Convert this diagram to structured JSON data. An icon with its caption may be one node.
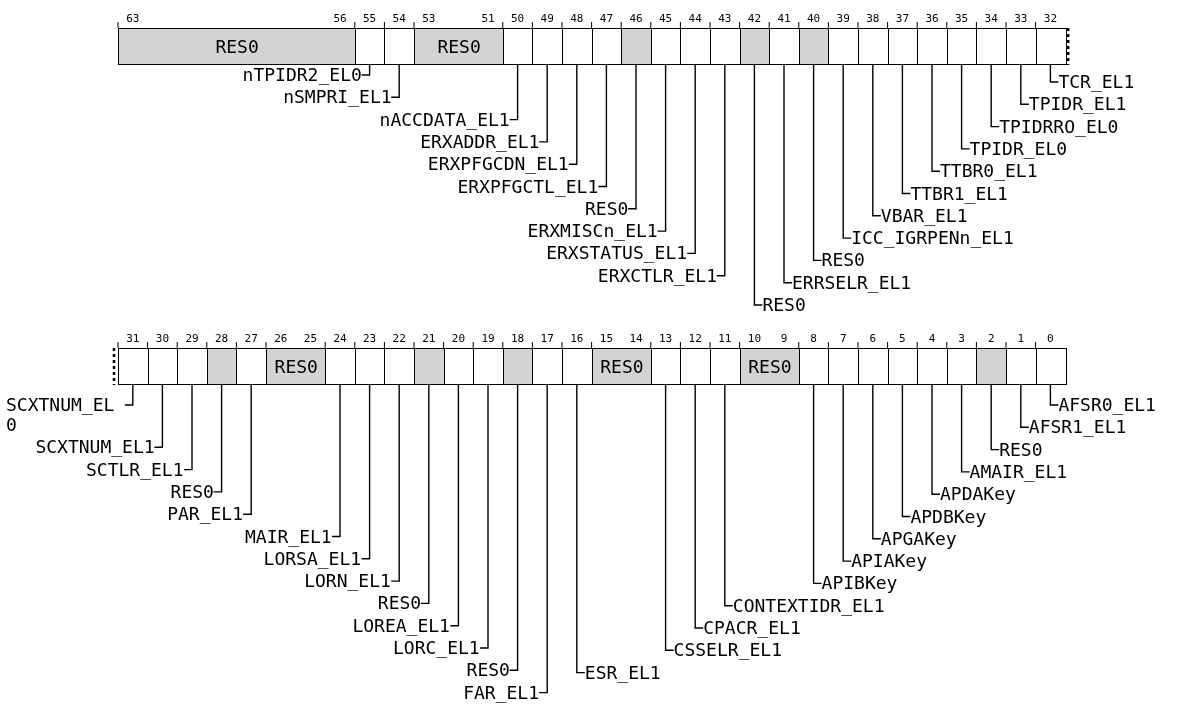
{
  "diagram": {
    "nodes": [
      {
        "text": [
          "RES0"
        ]
      },
      {
        "text": [],
        "shape": "box"
      },
      {
        "text": [],
        "shape": "box"
      },
      {
        "text": [
          "RES0"
        ]
      },
      {
        "text": [],
        "shape": "box"
      },
      {
        "text": [],
        "shape": "box"
      },
      {
        "text": [],
        "shape": "box"
      },
      {
        "text": [],
        "shape": "box"
      },
      {
        "text": [],
        "shape": "box"
      },
      {
        "text": [],
        "shape": "box"
      },
      {
        "text": [],
        "shape": "box"
      },
      {
        "text": [],
        "shape": "box"
      },
      {
        "text": [],
        "shape": "box"
      },
      {
        "text": [],
        "shape": "box"
      },
      {
        "text": [],
        "shape": "box"
      },
      {
        "text": [],
        "shape": "box"
      },
      {
        "text": [],
        "shape": "box"
      },
      {
        "text": [],
        "shape": "box"
      },
      {
        "text": [],
        "shape": "box"
      },
      {
        "text": [],
        "shape": "box"
      },
      {
        "text": [],
        "shape": "box"
      },
      {
        "text": [],
        "shape": "box"
      },
      {
        "text": [],
        "shape": "box"
      },
      {
        "text": [],
        "shape": "box"
      },
      {
        "text": [],
        "shape": "box"
      },
      {
        "text": [],
        "shape": "box"
      },
      {
        "text": [],
        "shape": "box"
      },
      {
        "text": [],
        "shape": "box"
      },
      {
        "text": [
          "RES0"
        ]
      },
      {
        "text": [],
        "shape": "box"
      },
      {
        "text": [],
        "shape": "box"
      },
      {
        "text": [],
        "shape": "box"
      },
      {
        "text": [],
        "shape": "box"
      },
      {
        "text": [],
        "shape": "box"
      },
      {
        "text": [],
        "shape": "box"
      },
      {
        "text": [],
        "shape": "box"
      },
      {
        "text": [],
        "shape": "box"
      },
      {
        "text": [],
        "shape": "box"
      },
      {
        "text": [
          "RES0"
        ]
      },
      {
        "text": [],
        "shape": "box"
      },
      {
        "text": [],
        "shape": "box"
      },
      {
        "text": [],
        "shape": "box"
      },
      {
        "text": [
          "RES0"
        ]
      },
      {
        "text": [],
        "shape": "box"
      },
      {
        "text": [],
        "shape": "box"
      },
      {
        "text": [],
        "shape": "box"
      },
      {
        "text": [],
        "shape": "box"
      },
      {
        "text": [],
        "shape": "box"
      },
      {
        "text": [],
        "shape": "box"
      },
      {
        "text": [],
        "shape": "box"
      },
      {
        "text": [],
        "shape": "box"
      },
      {
        "text": [],
        "shape": "box"
      },
      {
        "text": [
          "nTPIDR2_EL0"
        ]
      },
      {
        "text": [
          "nSMPRI_EL1"
        ]
      },
      {
        "text": [
          "nACCDATA_EL1"
        ]
      },
      {
        "text": [
          "ERXADDR_EL1"
        ]
      },
      {
        "text": [
          "ERXPFGCDN_EL1"
        ]
      },
      {
        "text": [
          "ERXPFGCTL_EL1"
        ]
      },
      {
        "text": [
          "RES0"
        ]
      },
      {
        "text": [
          "ERXMISCn_EL1"
        ]
      },
      {
        "text": [
          "ERXSTATUS_EL1"
        ]
      },
      {
        "text": [
          "ERXCTLR_EL1"
        ]
      },
      {
        "text": [
          "RES0"
        ]
      },
      {
        "text": [
          "ERRSELR_EL1"
        ]
      },
      {
        "text": [
          "RES0"
        ]
      },
      {
        "text": [
          "ICC_IGRPENn_EL1"
        ]
      },
      {
        "text": [
          "VBAR_EL1"
        ]
      },
      {
        "text": [
          "TTBR1_EL1"
        ]
      },
      {
        "text": [
          "TTBR0_EL1"
        ]
      },
      {
        "text": [
          "TPIDR_EL0"
        ]
      },
      {
        "text": [
          "TPIDRRO_EL0"
        ]
      },
      {
        "text": [
          "TPIDR_EL1"
        ]
      },
      {
        "text": [
          "TCR_EL1"
        ]
      },
      {
        "text": [
          "SCXTNUM_EL0"
        ]
      },
      {
        "text": [
          "SCXTNUM_EL1"
        ]
      },
      {
        "text": [
          "SCTLR_EL1"
        ]
      },
      {
        "text": [
          "RES0"
        ]
      },
      {
        "text": [
          "PAR_EL1"
        ]
      },
      {
        "text": [
          "MAIR_EL1"
        ]
      },
      {
        "text": [
          "LORSA_EL1"
        ]
      },
      {
        "text": [
          "LORN_EL1"
        ]
      },
      {
        "text": [
          "RES0"
        ]
      },
      {
        "text": [
          "LOREA_EL1"
        ]
      },
      {
        "text": [
          "LORC_EL1"
        ]
      },
      {
        "text": [
          "RES0"
        ]
      },
      {
        "text": [
          "FAR_EL1"
        ]
      },
      {
        "text": [
          "ESR_EL1"
        ]
      },
      {
        "text": [
          "CSSELR_EL1"
        ]
      },
      {
        "text": [
          "CPACR_EL1"
        ]
      },
      {
        "text": [
          "CONTEXTIDR_EL1"
        ]
      },
      {
        "text": [
          "APIBKey"
        ]
      },
      {
        "text": [
          "APIAKey"
        ]
      },
      {
        "text": [
          "APGAKey"
        ]
      },
      {
        "text": [
          "APDBKey"
        ]
      },
      {
        "text": [
          "APDAKey"
        ]
      },
      {
        "text": [
          "AMAIR_EL1"
        ]
      },
      {
        "text": [
          "RES0"
        ]
      },
      {
        "text": [
          "AFSR1_EL1"
        ]
      },
      {
        "text": [
          "AFSR0_EL1"
        ]
      }
    ],
    "edges": [
      {
        "from": 52,
        "to": 1,
        "arrow": "none"
      },
      {
        "from": 53,
        "to": 2,
        "arrow": "none"
      },
      {
        "from": 54,
        "to": 4,
        "arrow": "none"
      },
      {
        "from": 55,
        "to": 5,
        "arrow": "none"
      },
      {
        "from": 56,
        "to": 6,
        "arrow": "none"
      },
      {
        "from": 57,
        "to": 7,
        "arrow": "none"
      },
      {
        "from": 58,
        "to": 8,
        "arrow": "none"
      },
      {
        "from": 59,
        "to": 9,
        "arrow": "none"
      },
      {
        "from": 60,
        "to": 10,
        "arrow": "none"
      },
      {
        "from": 61,
        "to": 11,
        "arrow": "none"
      },
      {
        "from": 62,
        "to": 12,
        "arrow": "none"
      },
      {
        "from": 63,
        "to": 13,
        "arrow": "none"
      },
      {
        "from": 64,
        "to": 14,
        "arrow": "none"
      },
      {
        "from": 65,
        "to": 15,
        "arrow": "none"
      },
      {
        "from": 66,
        "to": 16,
        "arrow": "none"
      },
      {
        "from": 67,
        "to": 17,
        "arrow": "none"
      },
      {
        "from": 68,
        "to": 18,
        "arrow": "none"
      },
      {
        "from": 69,
        "to": 19,
        "arrow": "none"
      },
      {
        "from": 70,
        "to": 20,
        "arrow": "none"
      },
      {
        "from": 71,
        "to": 21,
        "arrow": "none"
      },
      {
        "from": 72,
        "to": 22,
        "arrow": "none"
      },
      {
        "from": 73,
        "to": 23,
        "arrow": "none"
      },
      {
        "from": 74,
        "to": 24,
        "arrow": "none"
      },
      {
        "from": 75,
        "to": 25,
        "arrow": "none"
      },
      {
        "from": 76,
        "to": 26,
        "arrow": "none"
      },
      {
        "from": 77,
        "to": 27,
        "arrow": "none"
      },
      {
        "from": 78,
        "to": 29,
        "arrow": "none"
      },
      {
        "from": 79,
        "to": 30,
        "arrow": "none"
      },
      {
        "from": 80,
        "to": 31,
        "arrow": "none"
      },
      {
        "from": 81,
        "to": 32,
        "arrow": "none"
      },
      {
        "from": 82,
        "to": 33,
        "arrow": "none"
      },
      {
        "from": 83,
        "to": 34,
        "arrow": "none"
      },
      {
        "from": 84,
        "to": 35,
        "arrow": "none"
      },
      {
        "from": 85,
        "to": 36,
        "arrow": "none"
      },
      {
        "from": 86,
        "to": 37,
        "arrow": "none"
      },
      {
        "from": 87,
        "to": 39,
        "arrow": "none"
      },
      {
        "from": 88,
        "to": 40,
        "arrow": "none"
      },
      {
        "from": 89,
        "to": 41,
        "arrow": "none"
      },
      {
        "from": 90,
        "to": 43,
        "arrow": "none"
      },
      {
        "from": 91,
        "to": 44,
        "arrow": "none"
      },
      {
        "from": 92,
        "to": 45,
        "arrow": "none"
      },
      {
        "from": 93,
        "to": 46,
        "arrow": "none"
      },
      {
        "from": 94,
        "to": 47,
        "arrow": "none"
      },
      {
        "from": 95,
        "to": 48,
        "arrow": "none"
      },
      {
        "from": 96,
        "to": 49,
        "arrow": "none"
      },
      {
        "from": 97,
        "to": 50,
        "arrow": "none"
      },
      {
        "from": 98,
        "to": 51,
        "arrow": "none"
      }
    ],
    "labels": [
      "63",
      "56",
      "55",
      "54",
      "53",
      "51",
      "50",
      "49",
      "48",
      "47",
      "46",
      "45",
      "44",
      "43",
      "42",
      "41",
      "40",
      "39",
      "38",
      "37",
      "36",
      "35",
      "34",
      "33",
      "32",
      "31",
      "30",
      "29",
      "28",
      "27",
      "26",
      "25",
      "24",
      "23",
      "22",
      "21",
      "20",
      "19",
      "18",
      "17",
      "16",
      "15",
      "14",
      "13",
      "12",
      "11",
      "10",
      "9",
      "8",
      "7",
      "6",
      "5",
      "4",
      "3",
      "2",
      "1",
      "0"
    ]
  }
}
